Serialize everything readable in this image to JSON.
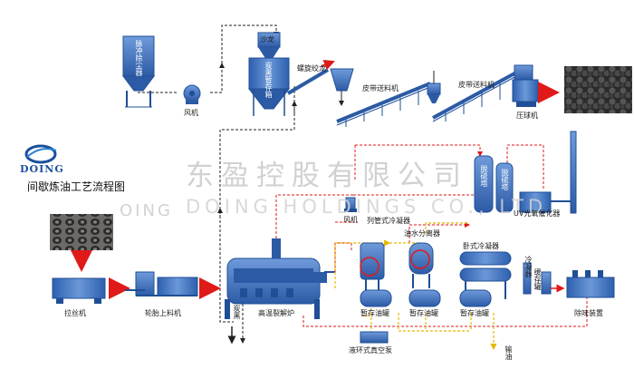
{
  "title": "间歇炼油工艺流程图",
  "brand": {
    "name": "DOING"
  },
  "watermark": {
    "cn": "东盈控股有限公司",
    "en": "DOING HOLDINGS CO., LTD",
    "left": "OING"
  },
  "labels": {
    "pulse_dust": "脉冲除尘器",
    "fan_top": "风机",
    "shalong": "沙龙",
    "carbon_hopper": "炭黑暂存箱",
    "screw_conveyor": "螺旋绞龙",
    "belt1": "皮带送料机",
    "belt2": "皮带送料机",
    "ball_press": "压球机",
    "wire_puller": "拉丝机",
    "tire_loader": "轮胎上料机",
    "carbon_out": "炭黑",
    "reactor": "高温裂解炉",
    "fan_mid": "风机",
    "tube_condenser": "列管式冷凝器",
    "oil_water_sep": "油水分离器",
    "static_condenser": "卧式冷凝器",
    "tank1": "暂存油罐",
    "tank2": "暂存油罐",
    "tank3": "暂存油罐",
    "cooler": "冷凝器",
    "buffer_tank": "缓存罐",
    "deodorizer": "除味装置",
    "uv_catalyst": "UV光氧催化器",
    "vacuum_pump": "液环式真空泵",
    "oil_output": "输油",
    "scrubber1": "脱硫塔",
    "scrubber2": "脱硫塔"
  },
  "colors": {
    "equipment": "#3f6fb8",
    "equipment_dark": "#1f4f96",
    "flow_red": "#e01919",
    "flow_yellow": "#f2c200",
    "flow_black": "#222222",
    "arrow_red": "#e8261d"
  }
}
